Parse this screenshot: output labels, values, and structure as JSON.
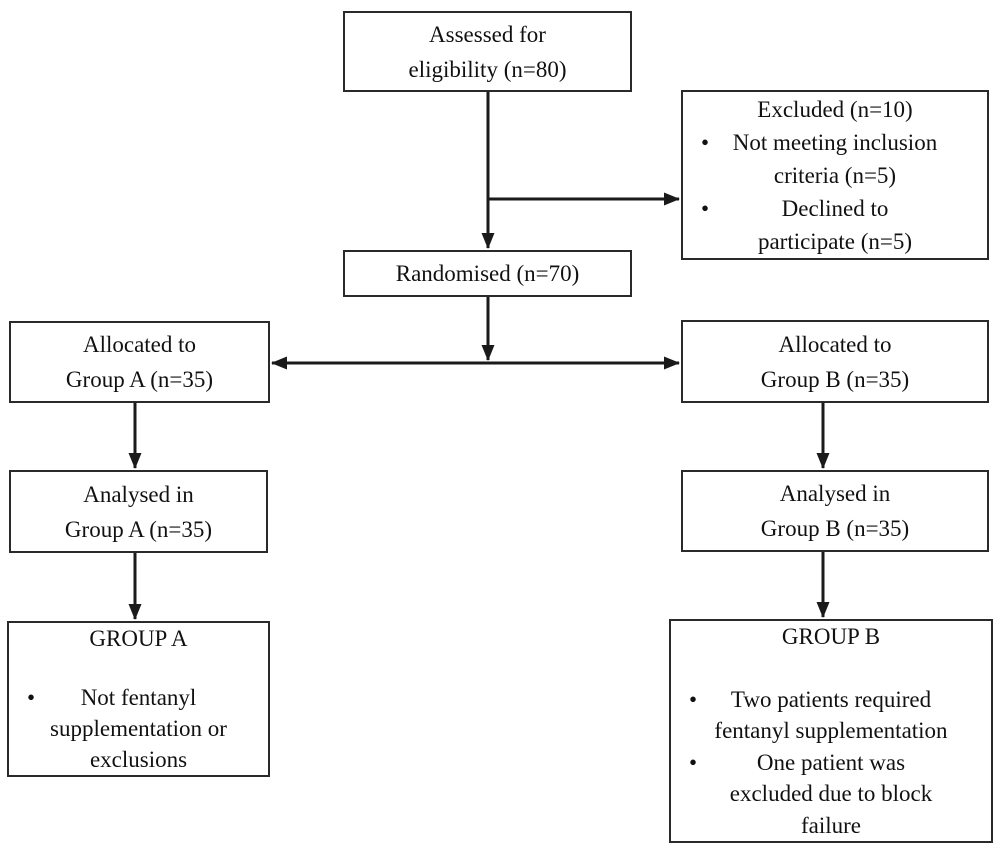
{
  "figure": {
    "type": "flow-diagram",
    "bullet_char": "•",
    "colors": {
      "ink": "#1a1a1a",
      "border": "#2a2a2a",
      "background": "#ffffff"
    },
    "nodes": {
      "assessed": {
        "lines": [
          {
            "text": "Assessed for"
          },
          {
            "text": "eligibility (n=80)"
          }
        ]
      },
      "excluded": {
        "lines": [
          {
            "text": "Excluded (n=10)"
          },
          {
            "text": "Not meeting inclusion",
            "bullet": true
          },
          {
            "text": "criteria (n=5)"
          },
          {
            "text": "Declined to",
            "bullet": true
          },
          {
            "text": "participate (n=5)"
          }
        ]
      },
      "randomised": {
        "lines": [
          {
            "text": "Randomised (n=70)"
          }
        ]
      },
      "allocated_a": {
        "lines": [
          {
            "text": "Allocated to"
          },
          {
            "text": "Group A (n=35)"
          }
        ]
      },
      "allocated_b": {
        "lines": [
          {
            "text": "Allocated to"
          },
          {
            "text": "Group B (n=35)"
          }
        ]
      },
      "analysed_a": {
        "lines": [
          {
            "text": "Analysed in"
          },
          {
            "text": "Group A (n=35)"
          }
        ]
      },
      "analysed_b": {
        "lines": [
          {
            "text": "Analysed in"
          },
          {
            "text": "Group B (n=35)"
          }
        ]
      },
      "group_a": {
        "lines": [
          {
            "text": "GROUP A"
          },
          {
            "text": ""
          },
          {
            "text": "Not fentanyl",
            "bullet": true
          },
          {
            "text": "supplementation or"
          },
          {
            "text": "exclusions"
          }
        ]
      },
      "group_b": {
        "lines": [
          {
            "text": "GROUP B"
          },
          {
            "text": ""
          },
          {
            "text": "Two patients required",
            "bullet": true
          },
          {
            "text": "fentanyl supplementation"
          },
          {
            "text": "One patient was",
            "bullet": true
          },
          {
            "text": "excluded due to block"
          },
          {
            "text": "failure"
          }
        ]
      }
    },
    "edges": [
      {
        "from": "assessed",
        "to": "randomised"
      },
      {
        "from": "assessed",
        "to": "excluded"
      },
      {
        "from": "randomised",
        "to": "allocation-split"
      },
      {
        "from": "allocation-split",
        "to": "allocated_a"
      },
      {
        "from": "allocation-split",
        "to": "allocated_b"
      },
      {
        "from": "allocated_a",
        "to": "analysed_a"
      },
      {
        "from": "allocated_b",
        "to": "analysed_b"
      },
      {
        "from": "analysed_a",
        "to": "group_a"
      },
      {
        "from": "analysed_b",
        "to": "group_b"
      }
    ]
  }
}
